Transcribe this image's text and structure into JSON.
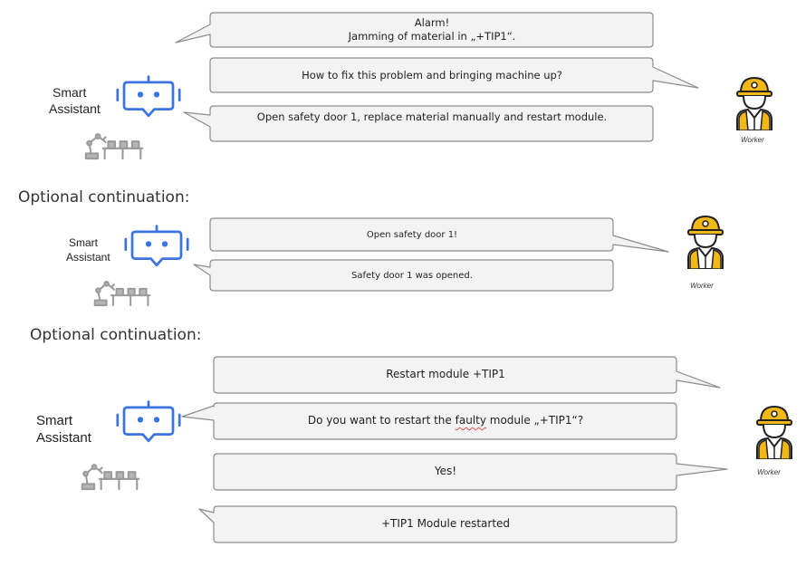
{
  "section1": {
    "messages": [
      {
        "line1": "Alarm!",
        "line2": "Jamming of material in „+TIP1“."
      },
      {
        "text": "How to fix this problem and bringing machine up?"
      },
      {
        "text": "Open safety door 1, replace material manually and restart module."
      }
    ],
    "assistant_label_1": "Smart",
    "assistant_label_2": "Assistant",
    "worker_label": "Worker"
  },
  "section2": {
    "heading": "Optional continuation:",
    "messages": [
      {
        "text": "Open safety door 1!"
      },
      {
        "text": "Safety door 1 was opened."
      }
    ],
    "assistant_label_1": "Smart",
    "assistant_label_2": "Assistant",
    "worker_label": "Worker"
  },
  "section3": {
    "heading": "Optional continuation:",
    "messages": [
      {
        "text": "Restart module +TIP1"
      },
      {
        "text_before": "Do you want to restart the ",
        "text_marked": "faulty",
        "text_after": " module „+TIP1“?"
      },
      {
        "text": "Yes!"
      },
      {
        "text": "+TIP1 Module restarted"
      }
    ],
    "assistant_label_1": "Smart",
    "assistant_label_2": "Assistant",
    "worker_label": "Worker"
  },
  "icons": [
    "robot-assistant-icon",
    "robot-arm-conveyor-icon",
    "worker-helmet-icon"
  ],
  "colors": {
    "bubble_fill": "#f3f3f3",
    "bubble_stroke": "#8c8c8c",
    "robot_blue": "#3b74e0",
    "helmet_yellow": "#f2b818",
    "conveyor_gray": "#9a9a9a",
    "spellcheck_red": "#e05050"
  }
}
